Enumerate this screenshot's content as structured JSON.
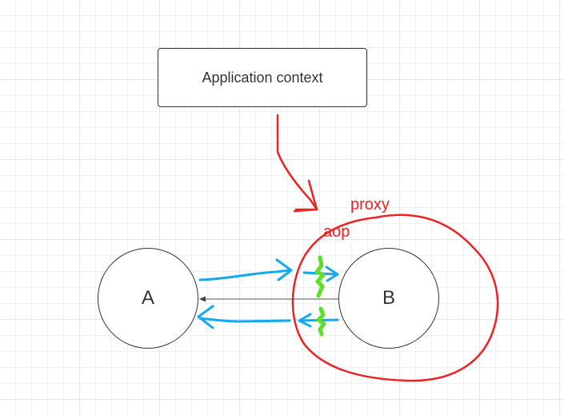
{
  "nodes": {
    "box": {
      "label": "Application context"
    },
    "circle_a": {
      "label": "A"
    },
    "circle_b": {
      "label": "B"
    }
  },
  "annotations": {
    "proxy": "proxy",
    "aop": "aop"
  },
  "colors": {
    "node_border": "#333333",
    "node_text": "#333333",
    "connector": "#555555",
    "annotation_red": "#ee2222",
    "flow_blue": "#12a9ee",
    "intercept_green": "#5ce02a",
    "grid_line": "#e6e6e6"
  }
}
